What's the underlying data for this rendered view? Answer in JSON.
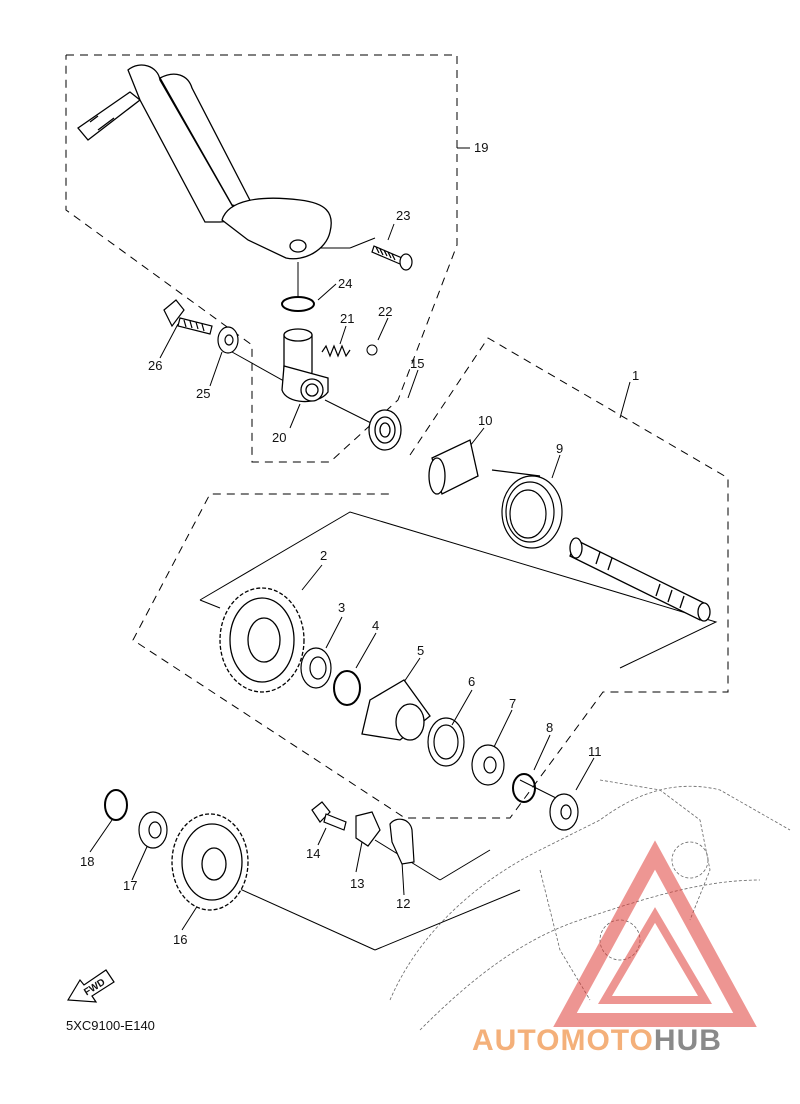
{
  "diagram": {
    "code": "5XC9100-E140",
    "fwd_label": "FWD",
    "callouts": {
      "c1": "1",
      "c2": "2",
      "c3": "3",
      "c4": "4",
      "c5": "5",
      "c6": "6",
      "c7": "7",
      "c8": "8",
      "c9": "9",
      "c10": "10",
      "c11": "11",
      "c12": "12",
      "c13": "13",
      "c14": "14",
      "c15": "15",
      "c16": "16",
      "c17": "17",
      "c18": "18",
      "c19": "19",
      "c20": "20",
      "c21": "21",
      "c22": "22",
      "c23": "23",
      "c24": "24",
      "c25": "25",
      "c26": "26"
    },
    "line_color": "#000000"
  },
  "watermark": {
    "part_a": "AUTOMOTO",
    "part_b": "HUB",
    "color_a": "#f4b07a",
    "color_b": "#8a8a8a",
    "triangle_color": "#e0403a"
  }
}
